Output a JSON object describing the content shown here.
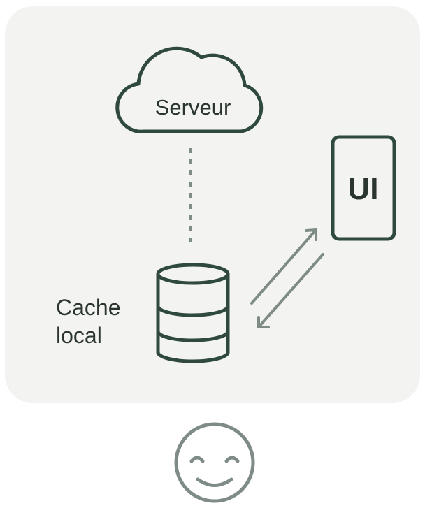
{
  "nodes": {
    "server": {
      "label": "Serveur",
      "icon": "cloud-icon"
    },
    "cache": {
      "label_line1": "Cache",
      "label_line2": "local",
      "icon": "database-icon"
    },
    "ui": {
      "label": "UI",
      "icon": "phone-icon"
    }
  },
  "edges": [
    {
      "from": "server",
      "to": "cache",
      "style": "dotted"
    },
    {
      "from": "cache",
      "to": "ui",
      "style": "bidirectional-arrows"
    }
  ],
  "status_icon": "smiley-face-icon",
  "colors": {
    "panel": "#f3f4f2",
    "stroke_dark": "#2f4a3c",
    "stroke_light": "#7f8c86",
    "text": "#2b3530"
  }
}
